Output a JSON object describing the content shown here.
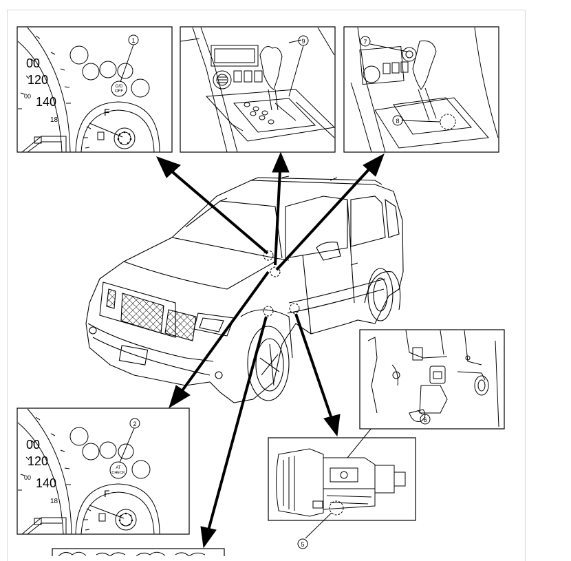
{
  "callouts": {
    "c1": "1",
    "c2": "2",
    "c5": "5",
    "c6": "6",
    "c7": "7",
    "c8": "8",
    "c9": "9"
  },
  "gauge_top": {
    "tick_00": "00",
    "tick_120": "120",
    "tick_140": "140",
    "tick_minor": "00",
    "odo": "18",
    "fuel_full": "F",
    "lamp_line1": "O/D",
    "lamp_line2": "OFF"
  },
  "gauge_bottom": {
    "tick_00": "00",
    "tick_120": "120",
    "tick_140": "140",
    "tick_minor": "00",
    "odo": "18",
    "fuel_full": "F",
    "lamp_line1": "AT",
    "lamp_line2": "CHECK"
  }
}
